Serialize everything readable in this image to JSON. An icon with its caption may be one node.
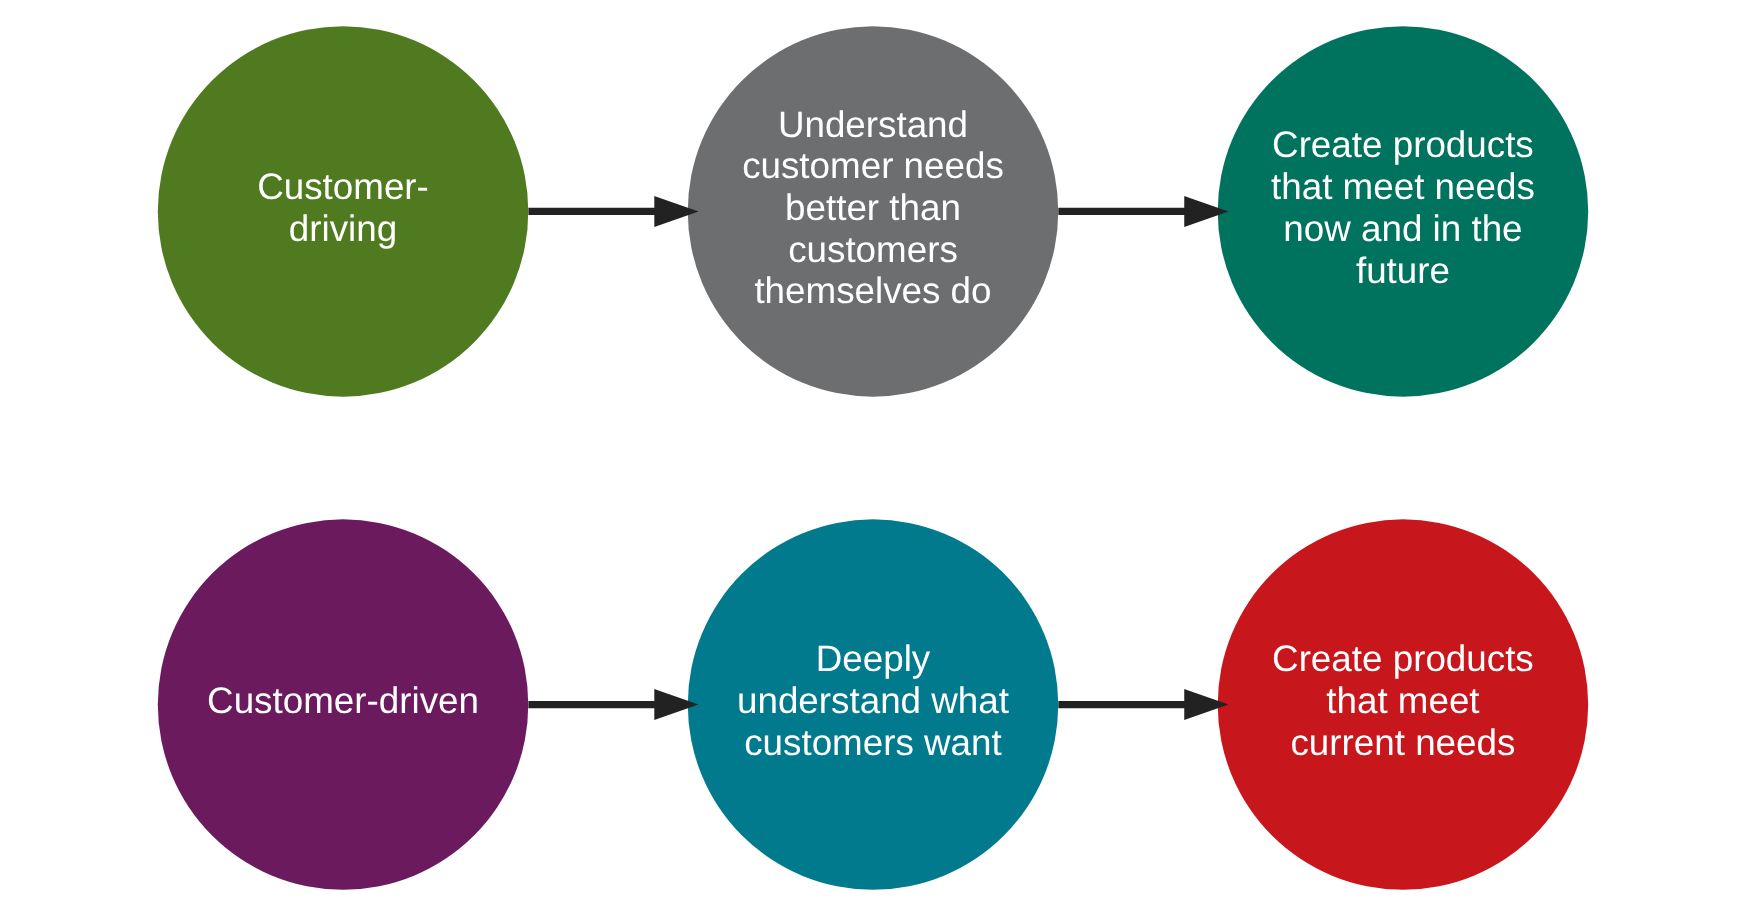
{
  "diagram": {
    "nodes": [
      {
        "text": [
          "Customer-driven"
        ]
      },
      {
        "text": [
          "Deeply understand what customers want"
        ]
      },
      {
        "text": [
          "Create products that meet current needs"
        ]
      },
      {
        "text": [
          "Customer-driving"
        ]
      },
      {
        "text": [
          "Understand customer needs better than customers themselves do"
        ]
      },
      {
        "text": [
          "Create products that meet needs now and in the future"
        ]
      }
    ],
    "edges": [
      {
        "from": 0,
        "to": 1,
        "arrow": "to"
      },
      {
        "from": 1,
        "to": 2,
        "arrow": "to"
      },
      {
        "from": 3,
        "to": 4,
        "arrow": "to"
      },
      {
        "from": 4,
        "to": 5,
        "arrow": "to"
      }
    ]
  }
}
